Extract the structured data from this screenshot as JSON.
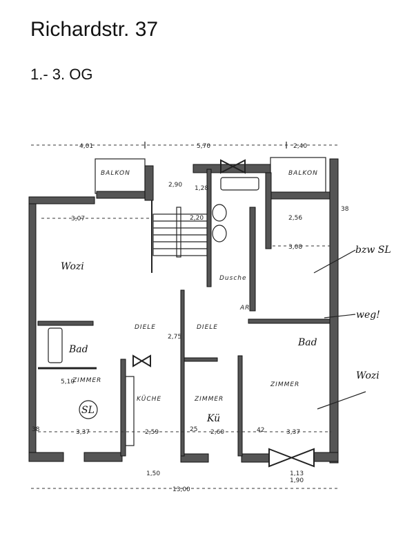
{
  "header": {
    "title": "Richardstr. 37",
    "subtitle": "1.- 3. OG"
  },
  "plan": {
    "dimensions_top": [
      "4,01",
      "5,70",
      "2,40"
    ],
    "dimension_bottom": "13,00",
    "rooms": {
      "balkon_left": "BALKON",
      "balkon_right": "BALKON",
      "diele_left": "DIELE",
      "diele_right": "DIELE",
      "zimmer_left": "ZIMMER",
      "kueche": "KÜCHE",
      "zimmer_mid": "ZIMMER",
      "zimmer_right": "ZIMMER",
      "bad_left": "Bad",
      "bad_right": "Bad",
      "dusche": "Dusche",
      "ar": "AR"
    },
    "measures": [
      "3,07",
      "2,20",
      "2,56",
      "3,08",
      "3,37",
      "2,59",
      "2,60",
      "3,37",
      "2,90",
      "1,28",
      "2,75",
      "5,10",
      "25",
      "38",
      "38",
      "42",
      "1,50",
      "1,13",
      "1,90"
    ],
    "annotations": {
      "wozi_left": "Wozi",
      "sl": "SL",
      "ku": "Kü",
      "bzw_sl": "bzw SL",
      "weg": "weg!",
      "wozi_right": "Wozi"
    }
  }
}
